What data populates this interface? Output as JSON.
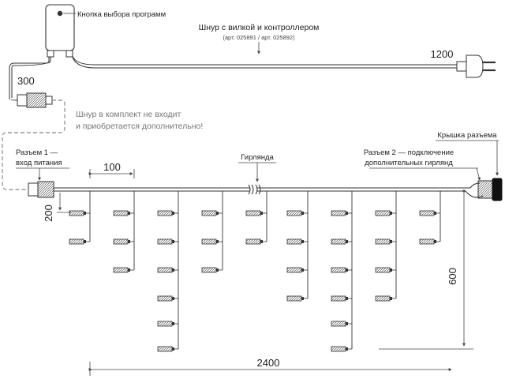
{
  "labels": {
    "program_button": "Кнопка выбора программ",
    "cord_title": "Шнур с вилкой и контроллером",
    "cord_articles": "(арт. 025891 / арт. 025892)",
    "cord_note_line1": "Шнур в комплект не входит",
    "cord_note_line2": "и приобретается дополнительно!",
    "connector1_line1": "Разъем 1 —",
    "connector1_line2": "вход питания",
    "garland": "Гирлянда",
    "connector2_line1": "Разъем 2 — подключение",
    "connector2_line2": "дополнительных гирлянд",
    "connector_cap": "Крышка разъема"
  },
  "dimensions": {
    "plug_cord_length": "1200",
    "controller_lead": "300",
    "drop_spacing": "100",
    "first_led_offset": "200",
    "max_drop_length": "600",
    "total_length": "2400"
  }
}
